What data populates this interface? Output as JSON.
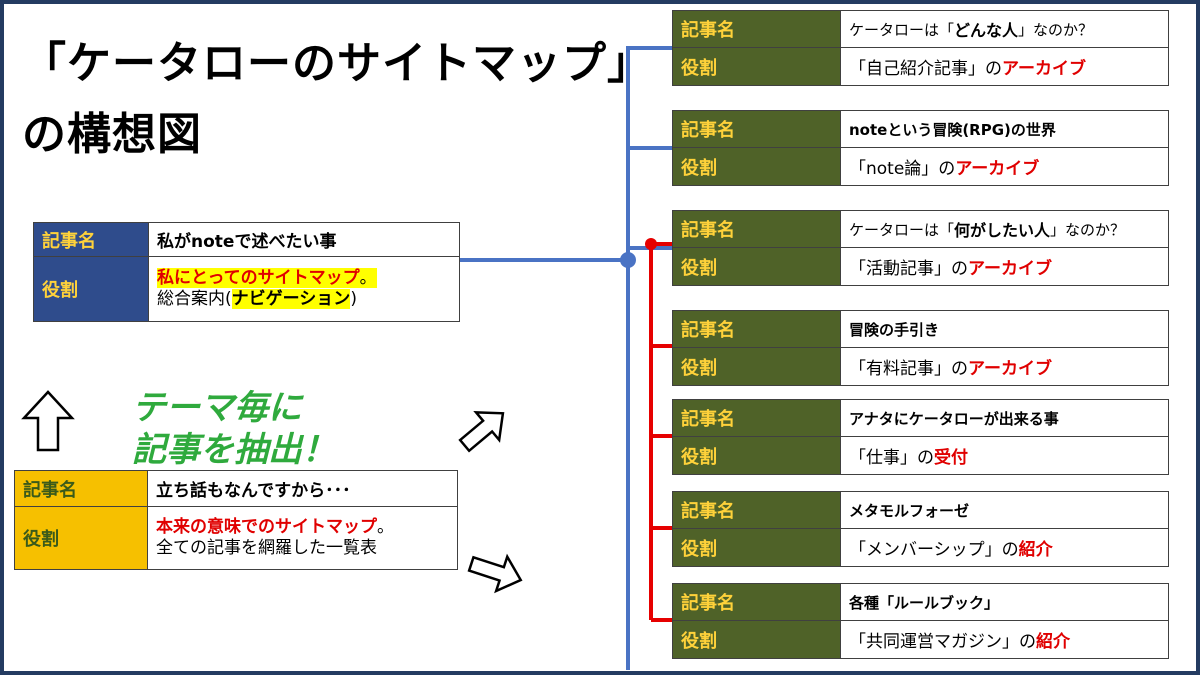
{
  "title": {
    "line1": "「ケータローのサイトマップ」",
    "line2": "の構想図"
  },
  "labels": {
    "article": "記事名",
    "role": "役割"
  },
  "center_card": {
    "article": "私がnoteで述べたい事",
    "role_highlight": "私にとってのサイトマップ",
    "role_highlight_tail": "。",
    "role_line2_a": "総合案内(",
    "role_line2_b": "ナビゲーション",
    "role_line2_c": ")"
  },
  "theme_text": {
    "line1": "テーマ毎に",
    "line2": "記事を抽出！"
  },
  "bottom_card": {
    "article": "立ち話もなんですから･･･",
    "role_red": "本来の意味でのサイトマップ",
    "role_tail": "。",
    "role_line2": "全ての記事を網羅した一覧表"
  },
  "right_cards": [
    {
      "article_a": "ケータローは「",
      "article_b": "どんな人",
      "article_c": "」なのか？",
      "role_a": "「自己紹介記事」の",
      "role_b": "アーカイブ"
    },
    {
      "article_a": "noteという冒険(RPG)の世界",
      "article_b": "",
      "article_c": "",
      "role_a": "「note論」の",
      "role_b": "アーカイブ"
    },
    {
      "article_a": "ケータローは「",
      "article_b": "何がしたい人",
      "article_c": "」なのか？",
      "role_a": "「活動記事」の",
      "role_b": "アーカイブ"
    },
    {
      "article_a": "冒険の手引き",
      "article_b": "",
      "article_c": "",
      "role_a": "「有料記事」の",
      "role_b": "アーカイブ"
    },
    {
      "article_a": "アナタにケータローが出来る事",
      "article_b": "",
      "article_c": "",
      "role_a": "「仕事」の",
      "role_b": "受付"
    },
    {
      "article_a": "メタモルフォーゼ",
      "article_b": "",
      "article_c": "",
      "role_a": "「メンバーシップ」の",
      "role_b": "紹介"
    },
    {
      "article_a": "各種「ルールブック」",
      "article_b": "",
      "article_c": "",
      "role_a": "「共同運営マガジン」の",
      "role_b": "紹介"
    }
  ],
  "colors": {
    "blue_line": "#4a73c4",
    "red_line": "#e60000",
    "label_green": "#4f6228",
    "label_blue": "#2f4c8c",
    "label_gold": "#f6c000",
    "label_text": "#ffd23a",
    "accent_red": "#e00000",
    "theme_green": "#2faa3d"
  }
}
